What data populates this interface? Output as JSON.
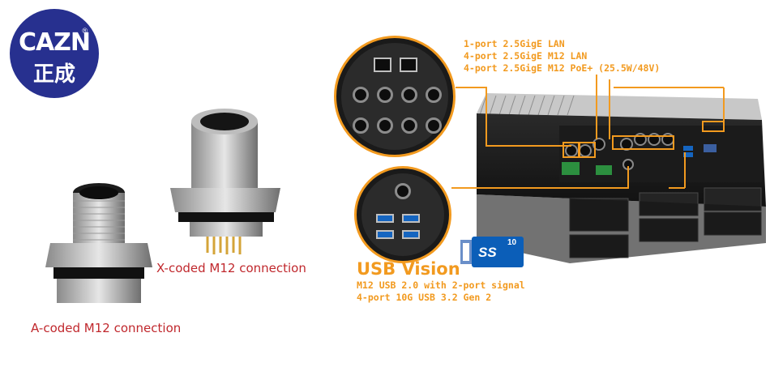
{
  "logo": {
    "text": "CAZN",
    "chinese": "正成",
    "mark": "®"
  },
  "captions": {
    "x_coded": "X-coded M12 connection",
    "a_coded": "A-coded M12 connection"
  },
  "lan_callout": {
    "line1": "1-port 2.5GigE LAN",
    "line2": "4-port 2.5GigE M12 LAN",
    "line3": "4-port 2.5GigE M12 PoE+ (25.5W/48V)"
  },
  "usb_callout": {
    "title": "USB Vision",
    "line1": "M12 USB 2.0 with 2-port signal",
    "line2": "4-port 10G USB 3.2 Gen 2"
  },
  "usb_badge": {
    "text": "SS",
    "number": "10"
  },
  "colors": {
    "accent": "#f29a1f",
    "logo_bg": "#27308f",
    "caption": "#c0282d"
  }
}
